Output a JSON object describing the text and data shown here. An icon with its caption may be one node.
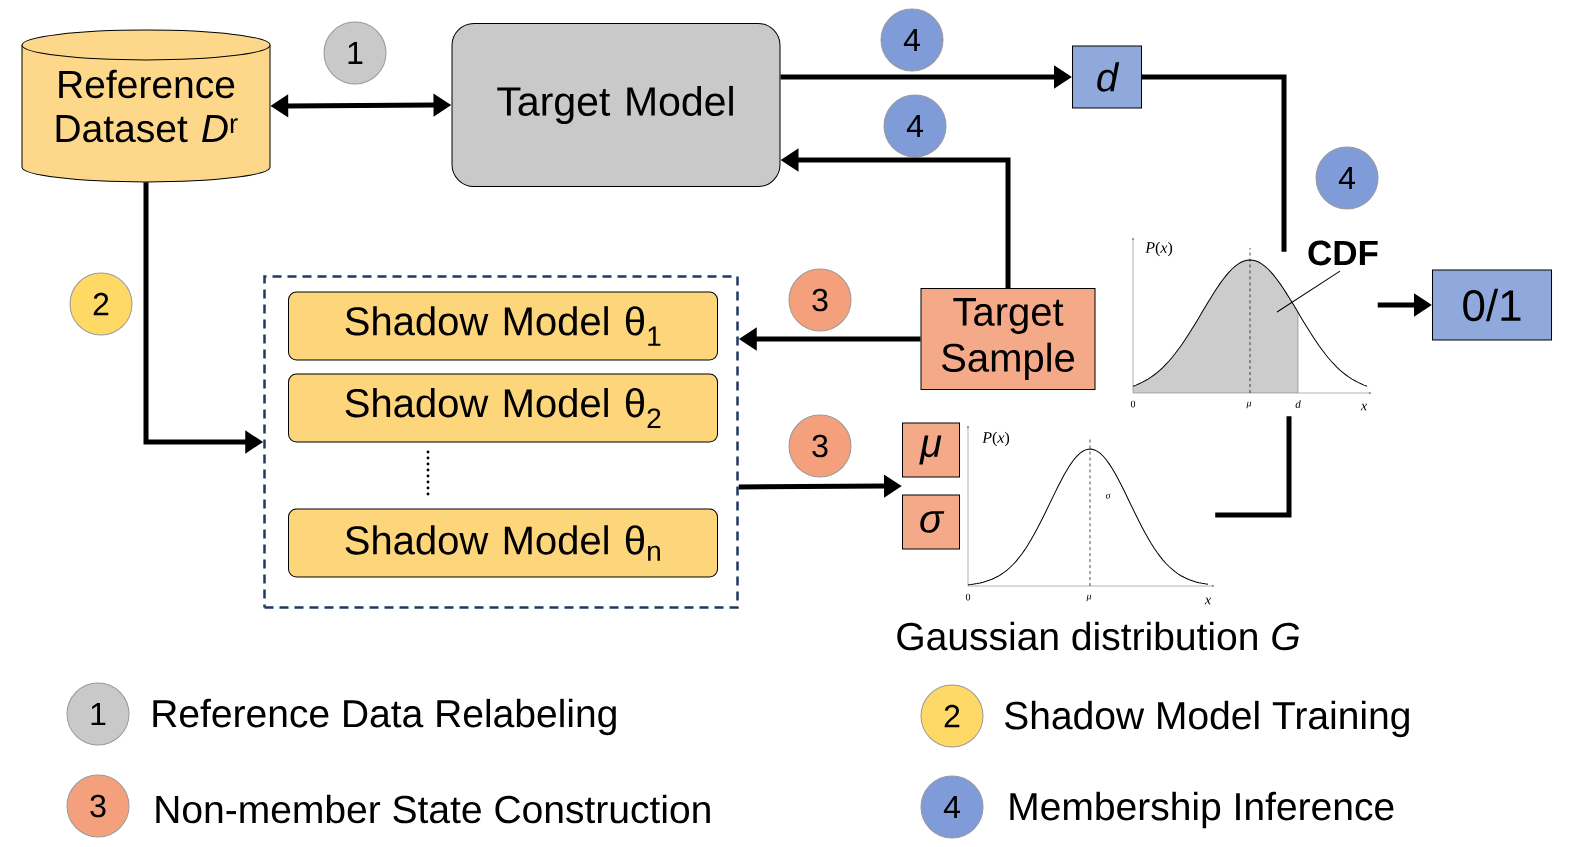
{
  "diagram": {
    "nodes": [
      {
        "text": [
          "Reference Dataset *D*$^{r}$"
        ]
      },
      {
        "text": [
          "Target Model"
        ]
      },
      {
        "text": [
          "d"
        ]
      },
      {
        "text": [],
        "shape": "box"
      },
      {
        "text": [
          "Shadow Model θ$_{1}$"
        ],
        "in": 3
      },
      {
        "text": [
          "Shadow Model θ$_{2}$"
        ],
        "in": 3
      },
      {
        "text": [
          "Shadow Model θ$_{n}$"
        ],
        "in": 3
      },
      {
        "text": [
          "Target Sample"
        ]
      },
      {
        "text": [
          "μ"
        ]
      },
      {
        "text": [
          "σ"
        ]
      },
      {
        "text": [],
        "shape": "picture"
      },
      {
        "text": [],
        "shape": "picture",
        "beside": [
          "Gaussian distribution *G*"
        ]
      },
      {
        "text": [
          "0/1"
        ]
      },
      {
        "text": [
          "CDF"
        ]
      },
      {
        "text": [
          "4"
        ]
      },
      {
        "text": [
          "1"
        ]
      },
      {
        "text": [
          "4"
        ]
      },
      {
        "text": [
          "4"
        ]
      },
      {
        "text": [
          "2"
        ]
      },
      {
        "text": [
          "3"
        ]
      },
      {
        "text": [
          "3"
        ]
      }
    ],
    "edges": [
      {
        "from": 0,
        "to": 1,
        "arrow": "both"
      },
      {
        "from": 1,
        "to": 2,
        "arrow": "to"
      },
      {
        "from": 7,
        "to": 1,
        "arrow": "to"
      },
      {
        "from": 0,
        "to": 3,
        "arrow": "to"
      },
      {
        "from": 7,
        "to": 3,
        "arrow": "to"
      },
      {
        "from": 3,
        "to": 8,
        "arrow": "to"
      },
      {
        "from": 3,
        "to": 9,
        "arrow": "to"
      },
      {
        "from": 2,
        "to": 10,
        "arrow": "none"
      },
      {
        "from": 11,
        "to": 10,
        "arrow": "none"
      },
      {
        "from": 10,
        "to": 12,
        "arrow": "to"
      },
      {
        "from": 13,
        "to": 10,
        "arrow": "none"
      }
    ],
    "labels": [
      "1",
      "2",
      "3",
      "4",
      "*P*(*x*)",
      "0",
      "μ",
      "d",
      "x",
      "*P*(*x*)",
      "σ",
      "0",
      "μ",
      "x"
    ],
    "legend": [
      {
        "text": "Reference Data Relabeling",
        "color": "#c9c9c9"
      },
      {
        "text": "Shadow Model Training",
        "color": "#ffd966"
      },
      {
        "text": "Non-member State Construction",
        "color": "#f4a07c"
      },
      {
        "text": "Membership Inference",
        "color": "#7f9bd8"
      }
    ]
  }
}
